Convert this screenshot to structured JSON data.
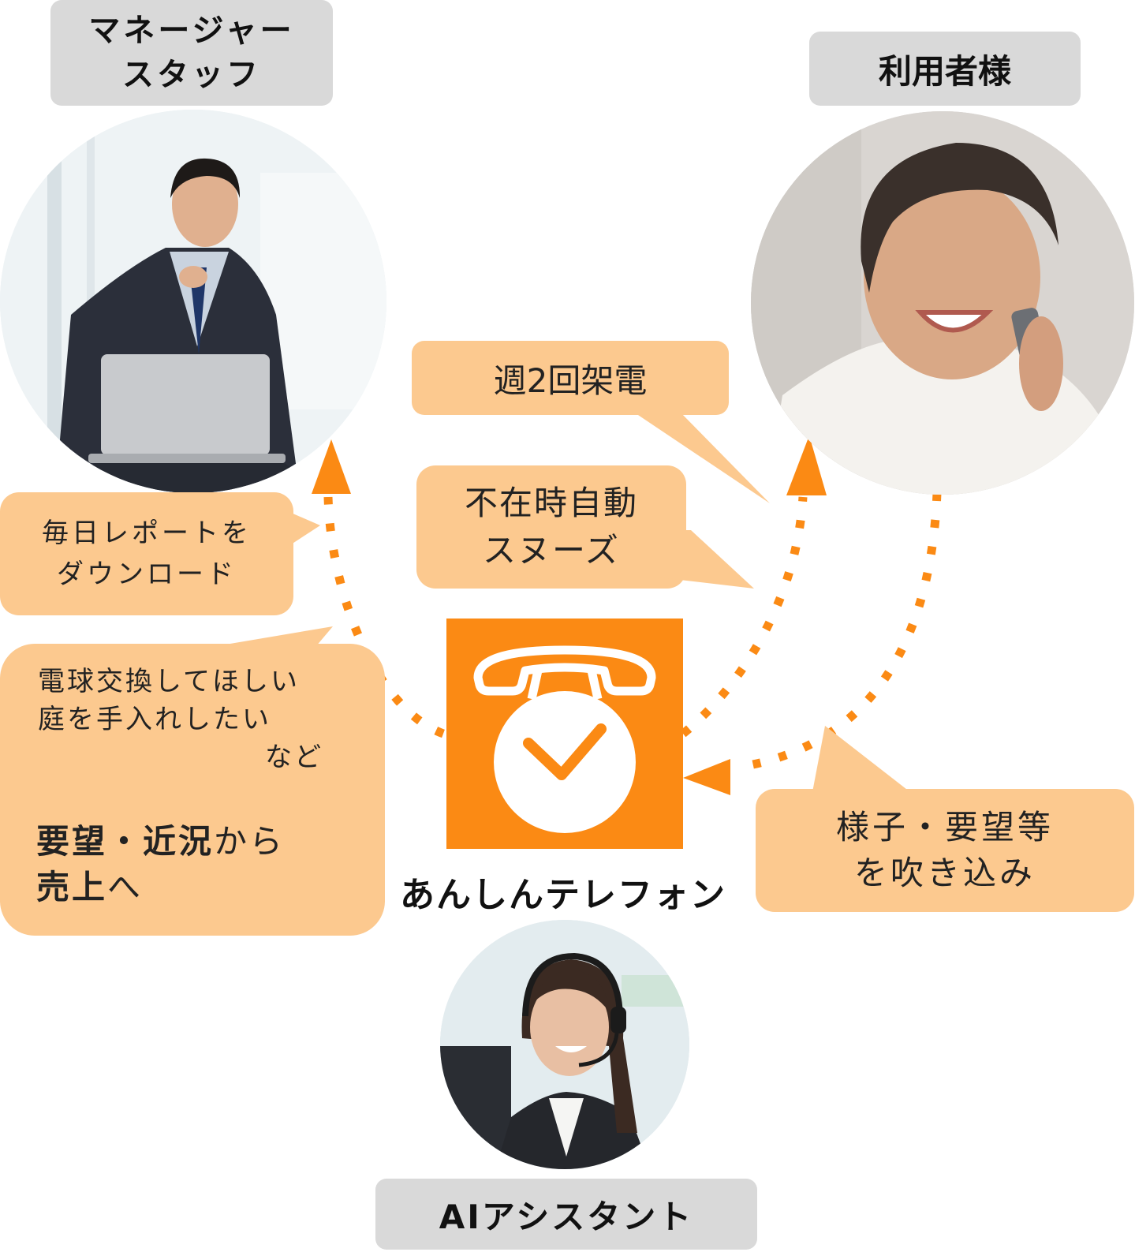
{
  "roles": {
    "manager": {
      "line1": "マネージャー",
      "line2": "スタッフ"
    },
    "user": "利用者様",
    "assistant": "AIアシスタント"
  },
  "bubbles": {
    "call": "週2回架電",
    "snooze": {
      "line1": "不在時自動",
      "line2": "スヌーズ"
    },
    "report": {
      "line1": "毎日レポートを",
      "line2": "ダウンロード"
    },
    "requests": {
      "line1": "電球交換してほしい",
      "line2": "庭を手入れしたい",
      "line3": "など",
      "bold1": "要望・近況",
      "tail1": "から",
      "bold2": "売上",
      "tail2": "へ"
    },
    "record": {
      "line1": "様子・要望等",
      "line2": "を吹き込み"
    }
  },
  "app": {
    "name": "あんしんテレフォン"
  },
  "colors": {
    "accent": "#fb8a14",
    "bubble": "#fcc98f",
    "label": "#d9d9d9"
  },
  "icons": [
    "businessman-photo",
    "elderly-woman-on-phone-photo",
    "headset-operator-photo",
    "telephone-clock-check-icon"
  ]
}
